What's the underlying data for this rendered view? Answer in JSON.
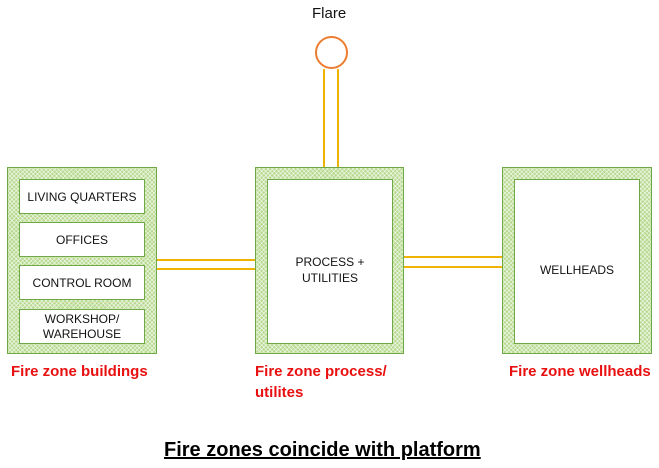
{
  "title": "Fire zones coincide with platform",
  "flare": {
    "label": "Flare",
    "icon": "flare-circle-icon"
  },
  "zones": {
    "buildings": {
      "label": "Fire zone buildings",
      "items": [
        "LIVING QUARTERS",
        "OFFICES",
        "CONTROL ROOM",
        "WORKSHOP/\nWAREHOUSE"
      ]
    },
    "process": {
      "label_line1": "Fire zone process/",
      "label_line2": "utilites",
      "box_line1": "PROCESS +",
      "box_line2": "UTILITIES"
    },
    "wellheads": {
      "label": "Fire zone wellheads",
      "box": "WELLHEADS"
    }
  },
  "colors": {
    "zone_fill": "#b6d98e",
    "zone_border": "#70a845",
    "pipe": "#f0b400",
    "flare": "#ed7d31",
    "zone_label": "#e81010"
  }
}
